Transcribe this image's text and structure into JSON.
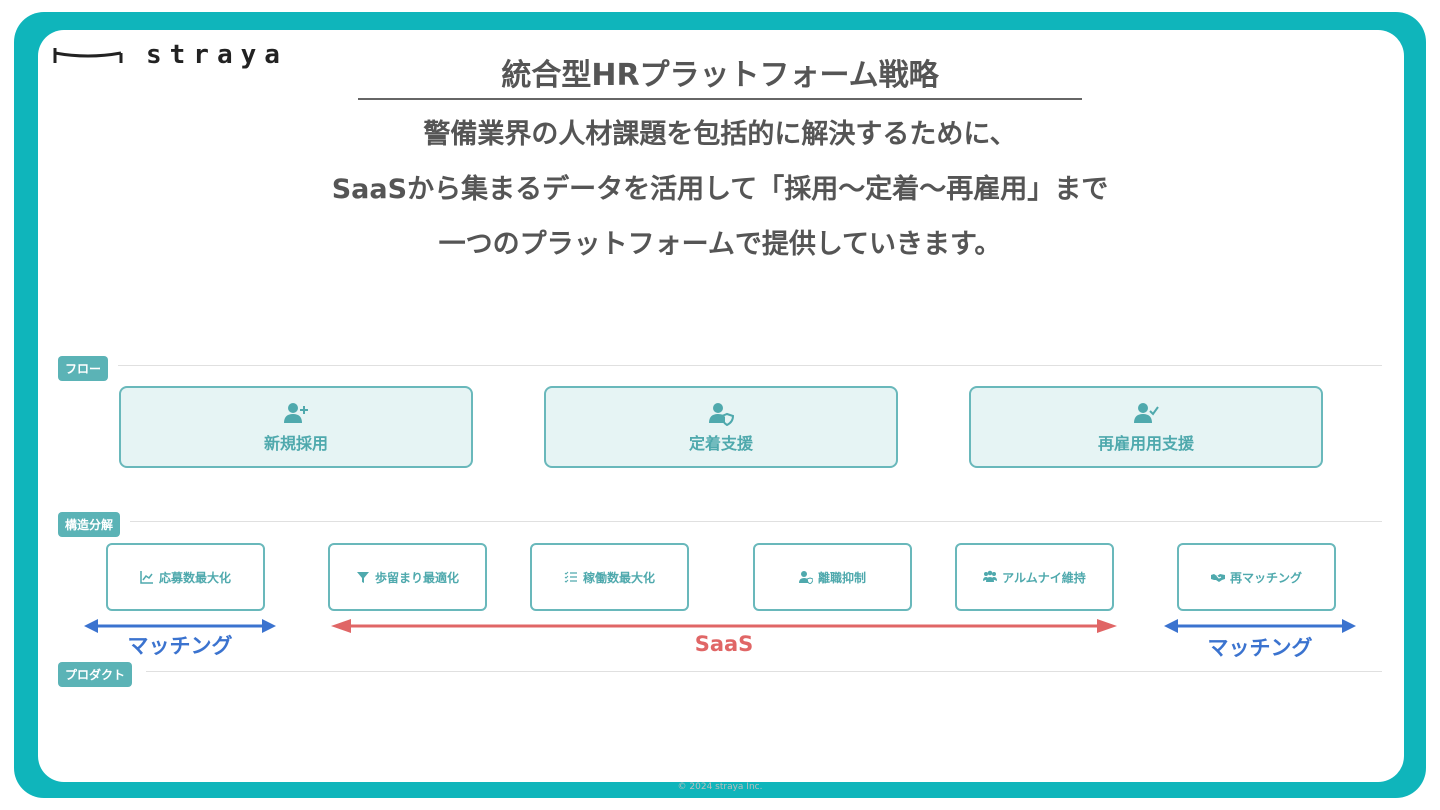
{
  "brand": {
    "name": "straya"
  },
  "header": {
    "title": "統合型HRプラットフォーム戦略",
    "subtitle_lines": [
      "警備業界の人材課題を包括的に解決するために、",
      "SaaSから集まるデータを活用して「採用〜定着〜再雇用」まで",
      "一つのプラットフォームで提供していきます。"
    ]
  },
  "sections": {
    "flow": "フロー",
    "structure": "構造分解",
    "product": "プロダクト"
  },
  "flow_items": [
    {
      "label": "新規採用",
      "icon": "user-plus-icon"
    },
    {
      "label": "定着支援",
      "icon": "user-shield-icon"
    },
    {
      "label": "再雇用用支援",
      "icon": "user-check-icon"
    }
  ],
  "structure_items": [
    {
      "label": "応募数最大化",
      "icon": "chart-line-icon"
    },
    {
      "label": "歩留まり最適化",
      "icon": "filter-icon"
    },
    {
      "label": "稼働数最大化",
      "icon": "list-check-icon"
    },
    {
      "label": "離職抑制",
      "icon": "user-shield-icon"
    },
    {
      "label": "アルムナイ維持",
      "icon": "users-icon"
    },
    {
      "label": "再マッチング",
      "icon": "handshake-icon"
    }
  ],
  "products": [
    {
      "label": "マッチング",
      "color": "#3b73cf"
    },
    {
      "label": "SaaS",
      "color": "#e06666"
    },
    {
      "label": "マッチング",
      "color": "#3b73cf"
    }
  ],
  "footer": "© 2024 straya Inc.",
  "colors": {
    "frame": "#0fb5bb",
    "accent": "#4fa9ad",
    "label_bg": "#5bb3b6"
  }
}
